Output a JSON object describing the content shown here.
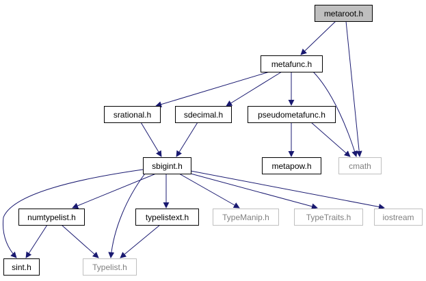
{
  "diagram": {
    "edge_color": "#191970",
    "nodes": [
      {
        "id": "metaroot",
        "label": "metaroot.h",
        "style": "root"
      },
      {
        "id": "metafunc",
        "label": "metafunc.h",
        "style": "normal"
      },
      {
        "id": "srational",
        "label": "srational.h",
        "style": "normal"
      },
      {
        "id": "sdecimal",
        "label": "sdecimal.h",
        "style": "normal"
      },
      {
        "id": "pseudometafunc",
        "label": "pseudometafunc.h",
        "style": "normal"
      },
      {
        "id": "metapow",
        "label": "metapow.h",
        "style": "normal"
      },
      {
        "id": "cmath",
        "label": "cmath",
        "style": "external"
      },
      {
        "id": "sbigint",
        "label": "sbigint.h",
        "style": "normal"
      },
      {
        "id": "numtypelist",
        "label": "numtypelist.h",
        "style": "normal"
      },
      {
        "id": "typelistext",
        "label": "typelistext.h",
        "style": "normal"
      },
      {
        "id": "typemanip",
        "label": "TypeManip.h",
        "style": "external"
      },
      {
        "id": "typetraits",
        "label": "TypeTraits.h",
        "style": "external"
      },
      {
        "id": "iostream",
        "label": "iostream",
        "style": "external"
      },
      {
        "id": "sint",
        "label": "sint.h",
        "style": "normal"
      },
      {
        "id": "typelist",
        "label": "Typelist.h",
        "style": "external"
      }
    ],
    "edges": [
      {
        "from": "metaroot",
        "to": "metafunc"
      },
      {
        "from": "metaroot",
        "to": "cmath"
      },
      {
        "from": "metafunc",
        "to": "srational"
      },
      {
        "from": "metafunc",
        "to": "sdecimal"
      },
      {
        "from": "metafunc",
        "to": "pseudometafunc"
      },
      {
        "from": "metafunc",
        "to": "cmath"
      },
      {
        "from": "pseudometafunc",
        "to": "metapow"
      },
      {
        "from": "pseudometafunc",
        "to": "cmath"
      },
      {
        "from": "srational",
        "to": "sbigint"
      },
      {
        "from": "sdecimal",
        "to": "sbigint"
      },
      {
        "from": "sbigint",
        "to": "numtypelist"
      },
      {
        "from": "sbigint",
        "to": "typelistext"
      },
      {
        "from": "sbigint",
        "to": "typemanip"
      },
      {
        "from": "sbigint",
        "to": "typetraits"
      },
      {
        "from": "sbigint",
        "to": "iostream"
      },
      {
        "from": "sbigint",
        "to": "sint"
      },
      {
        "from": "sbigint",
        "to": "typelist"
      },
      {
        "from": "numtypelist",
        "to": "sint"
      },
      {
        "from": "numtypelist",
        "to": "typelist"
      },
      {
        "from": "typelistext",
        "to": "typelist"
      }
    ]
  }
}
